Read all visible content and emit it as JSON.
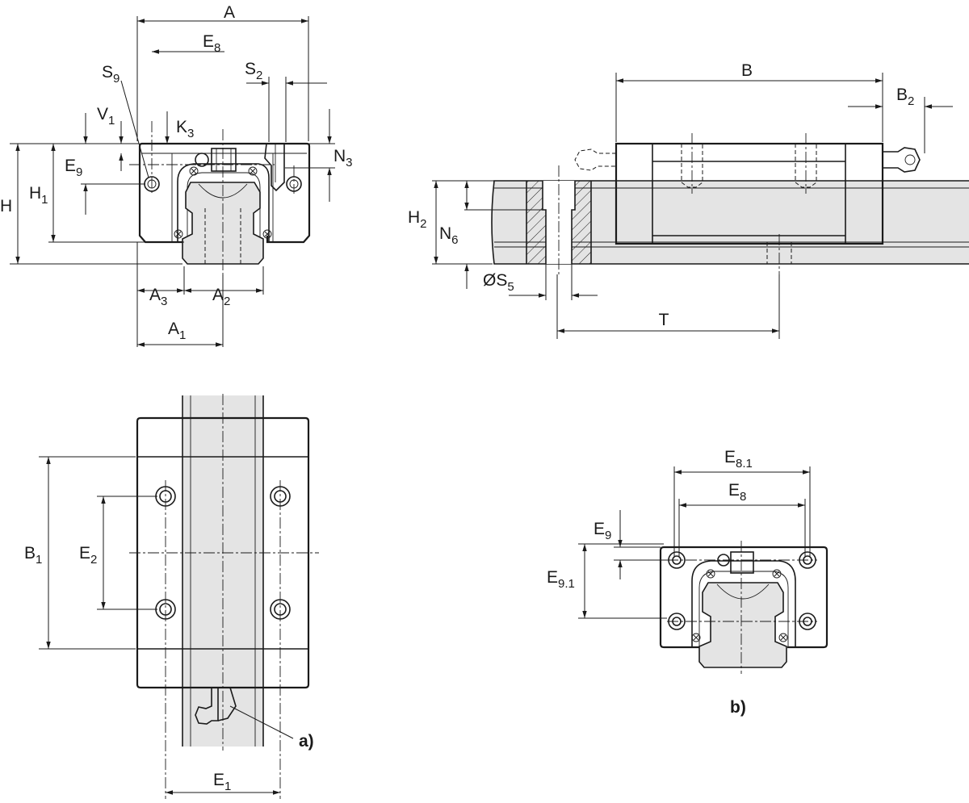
{
  "views": {
    "front": {
      "A": "A",
      "E8": {
        "base": "E",
        "sub": "8"
      },
      "S9": {
        "base": "S",
        "sub": "9"
      },
      "S2": {
        "base": "S",
        "sub": "2"
      },
      "V1": {
        "base": "V",
        "sub": "1"
      },
      "K3": {
        "base": "K",
        "sub": "3"
      },
      "N3": {
        "base": "N",
        "sub": "3"
      },
      "E9": {
        "base": "E",
        "sub": "9"
      },
      "H": "H",
      "H1": {
        "base": "H",
        "sub": "1"
      },
      "A3": {
        "base": "A",
        "sub": "3"
      },
      "A2": {
        "base": "A",
        "sub": "2"
      },
      "A1": {
        "base": "A",
        "sub": "1"
      }
    },
    "side": {
      "B": "B",
      "B2": {
        "base": "B",
        "sub": "2"
      },
      "H2": {
        "base": "H",
        "sub": "2"
      },
      "N6": {
        "base": "N",
        "sub": "6"
      },
      "S5": {
        "base": "ØS",
        "sub": "5"
      },
      "T": "T"
    },
    "top": {
      "B1": {
        "base": "B",
        "sub": "1"
      },
      "E2": {
        "base": "E",
        "sub": "2"
      },
      "E1": {
        "base": "E",
        "sub": "1"
      },
      "note_a": "a)"
    },
    "detail_b": {
      "E81": {
        "base": "E",
        "sub": "8.1"
      },
      "E8": {
        "base": "E",
        "sub": "8"
      },
      "E9": {
        "base": "E",
        "sub": "9"
      },
      "E91": {
        "base": "E",
        "sub": "9.1"
      },
      "note_b": "b)"
    }
  }
}
